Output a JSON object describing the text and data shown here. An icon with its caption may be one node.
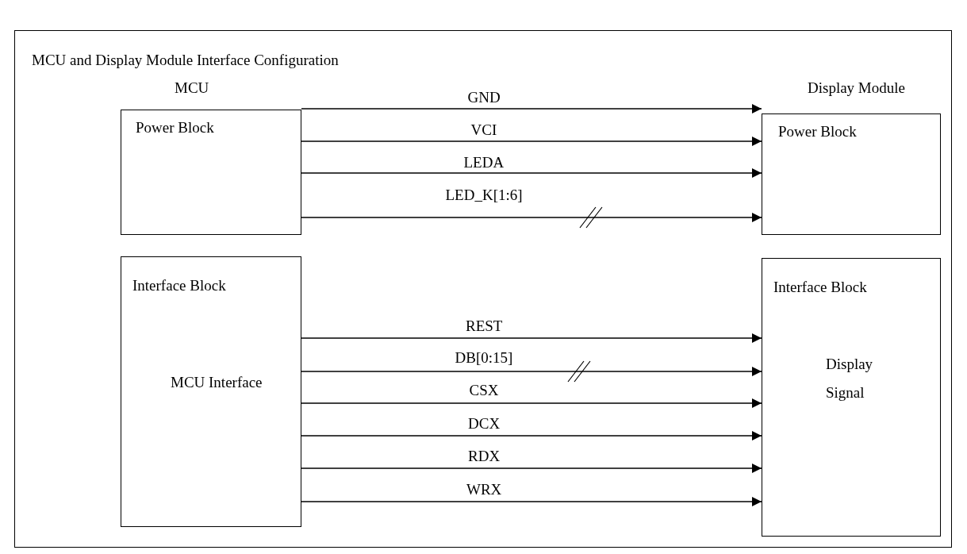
{
  "diagram": {
    "title": "MCU and Display Module Interface Configuration",
    "nodes": [
      {
        "text": [
          "Power Block"
        ]
      },
      {
        "text": [
          "Power Block"
        ]
      },
      {
        "text": [
          "Interface Block",
          "MCU Interface"
        ]
      },
      {
        "text": [
          "Interface Block",
          "Display Signal"
        ]
      }
    ],
    "edges": [
      {
        "from": 0,
        "to": 1,
        "arrow": "to",
        "label": "GND"
      },
      {
        "from": 0,
        "to": 1,
        "arrow": "to",
        "label": "VCI"
      },
      {
        "from": 0,
        "to": 1,
        "arrow": "to",
        "label": "LEDA"
      },
      {
        "from": 0,
        "to": 1,
        "arrow": "to",
        "label": "LED_K[1:6]"
      },
      {
        "from": 2,
        "to": 3,
        "arrow": "to",
        "label": "REST"
      },
      {
        "from": 2,
        "to": 3,
        "arrow": "to",
        "label": "DB[0:15]"
      },
      {
        "from": 2,
        "to": 3,
        "arrow": "to",
        "label": "CSX"
      },
      {
        "from": 2,
        "to": 3,
        "arrow": "to",
        "label": "DCX"
      },
      {
        "from": 2,
        "to": 3,
        "arrow": "to",
        "label": "RDX"
      },
      {
        "from": 2,
        "to": 3,
        "arrow": "to",
        "label": "WRX"
      }
    ],
    "labels": [
      "MCU",
      "Display Module"
    ]
  }
}
